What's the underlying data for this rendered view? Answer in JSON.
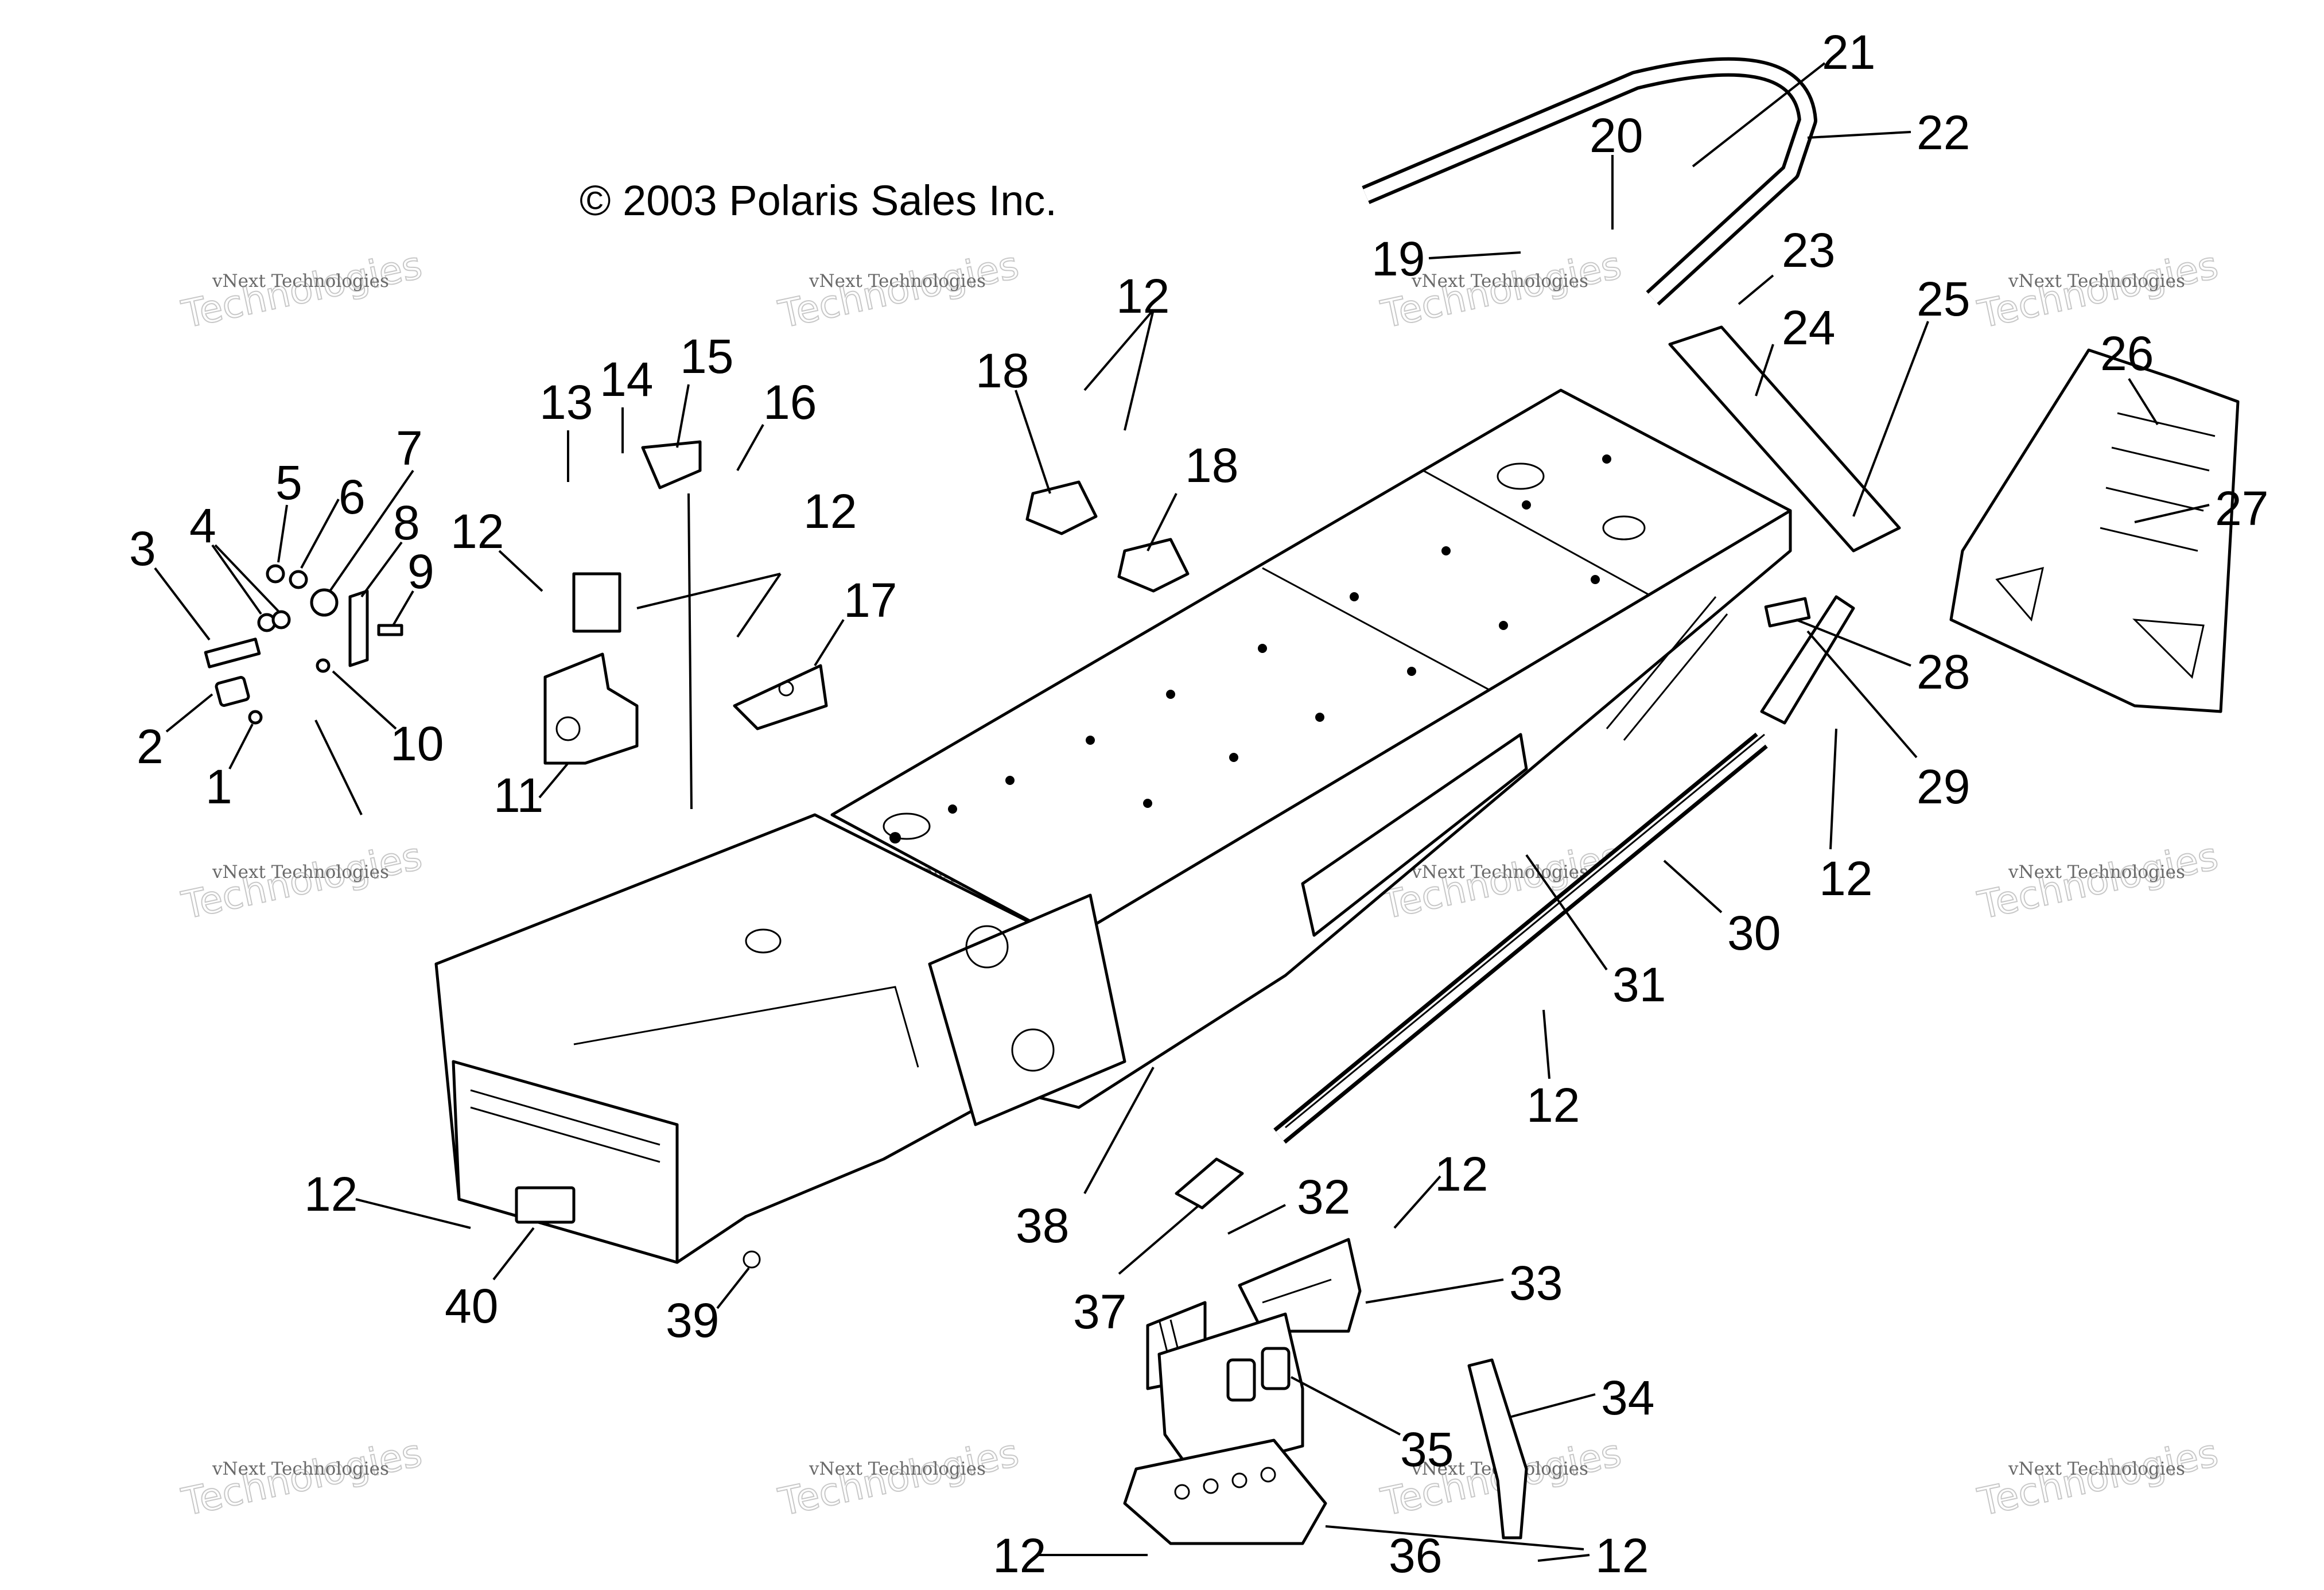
{
  "copyright": "© 2003 Polaris Sales Inc.",
  "watermark": {
    "line1": "vNext Technologies",
    "line2": "Technologies"
  },
  "callouts": [
    {
      "id": "c1",
      "text": "1"
    },
    {
      "id": "c2",
      "text": "2"
    },
    {
      "id": "c3",
      "text": "3"
    },
    {
      "id": "c4",
      "text": "4"
    },
    {
      "id": "c5",
      "text": "5"
    },
    {
      "id": "c6",
      "text": "6"
    },
    {
      "id": "c7",
      "text": "7"
    },
    {
      "id": "c8",
      "text": "8"
    },
    {
      "id": "c9",
      "text": "9"
    },
    {
      "id": "c10",
      "text": "10"
    },
    {
      "id": "c11",
      "text": "11"
    },
    {
      "id": "c12a",
      "text": "12"
    },
    {
      "id": "c12b",
      "text": "12"
    },
    {
      "id": "c12c",
      "text": "12"
    },
    {
      "id": "c12d",
      "text": "12"
    },
    {
      "id": "c12e",
      "text": "12"
    },
    {
      "id": "c12f",
      "text": "12"
    },
    {
      "id": "c12g",
      "text": "12"
    },
    {
      "id": "c12h",
      "text": "12"
    },
    {
      "id": "c12i",
      "text": "12"
    },
    {
      "id": "c13",
      "text": "13"
    },
    {
      "id": "c14",
      "text": "14"
    },
    {
      "id": "c15",
      "text": "15"
    },
    {
      "id": "c16",
      "text": "16"
    },
    {
      "id": "c17",
      "text": "17"
    },
    {
      "id": "c18a",
      "text": "18"
    },
    {
      "id": "c18b",
      "text": "18"
    },
    {
      "id": "c19",
      "text": "19"
    },
    {
      "id": "c20",
      "text": "20"
    },
    {
      "id": "c21",
      "text": "21"
    },
    {
      "id": "c22",
      "text": "22"
    },
    {
      "id": "c23",
      "text": "23"
    },
    {
      "id": "c24",
      "text": "24"
    },
    {
      "id": "c25",
      "text": "25"
    },
    {
      "id": "c26",
      "text": "26"
    },
    {
      "id": "c27",
      "text": "27"
    },
    {
      "id": "c28",
      "text": "28"
    },
    {
      "id": "c29",
      "text": "29"
    },
    {
      "id": "c30",
      "text": "30"
    },
    {
      "id": "c31",
      "text": "31"
    },
    {
      "id": "c32",
      "text": "32"
    },
    {
      "id": "c33",
      "text": "33"
    },
    {
      "id": "c34",
      "text": "34"
    },
    {
      "id": "c35",
      "text": "35"
    },
    {
      "id": "c36",
      "text": "36"
    },
    {
      "id": "c37",
      "text": "37"
    },
    {
      "id": "c38",
      "text": "38"
    },
    {
      "id": "c39",
      "text": "39"
    },
    {
      "id": "c40",
      "text": "40"
    }
  ]
}
